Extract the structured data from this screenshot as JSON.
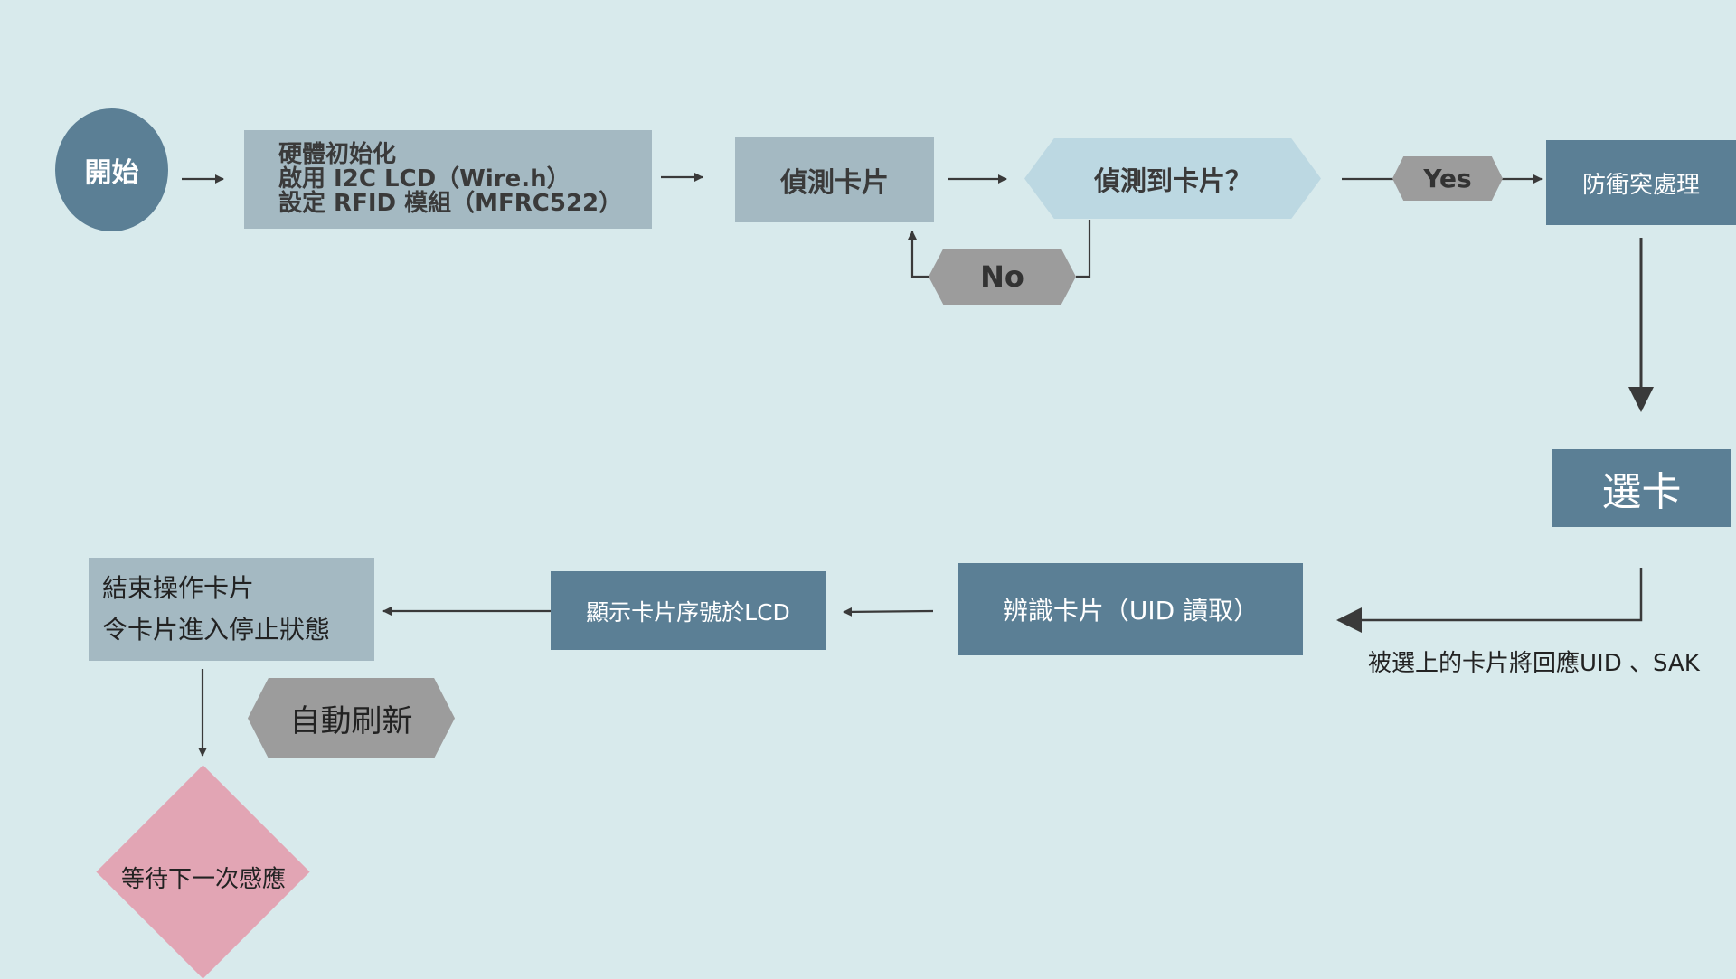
{
  "nodes": {
    "start": "開始",
    "init": [
      "硬體初始化",
      "啟用 I2C LCD（Wire.h）",
      "設定 RFID 模組（MFRC522）"
    ],
    "detect": "偵測卡片",
    "detected_question": "偵測到卡片？",
    "yes": "Yes",
    "no": "No",
    "anticollision": "防衝突處理",
    "select": "選卡",
    "identify": "辨識卡片（UID 讀取）",
    "display": "顯示卡片序號於LCD",
    "end_op": [
      "結束操作卡片",
      "令卡片進入停止狀態"
    ],
    "auto_refresh": "自動刷新",
    "wait": "等待下一次感應"
  },
  "annotations": {
    "select_note": "被選上的卡片將回應UID 、SAK"
  },
  "colors": {
    "background": "#d8eaec",
    "dark_box": "#5b7f95",
    "grey_box": "#a4b9c2",
    "light_hex": "#bcd8e2",
    "grey_hex": "#9c9c9c",
    "diamond": "#e2a5b4",
    "arrow": "#3a3a3a"
  }
}
